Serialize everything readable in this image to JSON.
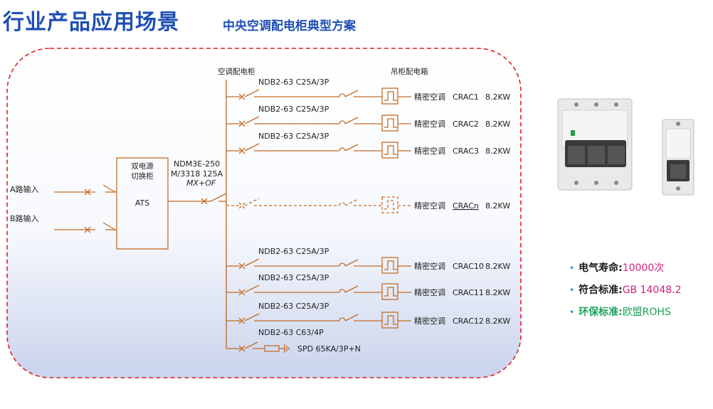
{
  "page": {
    "title": "行业产品应用场景",
    "subtitle": "中央空调配电柜典型方案"
  },
  "diagram": {
    "input_a": "A路输入",
    "input_b": "B路输入",
    "ats_box": {
      "line1": "双电源",
      "line2": "切换柜",
      "line3": "ATS"
    },
    "main_breaker": {
      "line1": "NDM3E-250",
      "line2": "M/3318 125A",
      "line3": "MX+OF"
    },
    "panel_title": "空调配电柜",
    "box_title": "吊柜配电箱",
    "branches": [
      {
        "breaker": "NDB2-63 C25A/3P",
        "load_name": "精密空调",
        "load_id": "CRAC1",
        "power": "8.2KW",
        "dashed": false
      },
      {
        "breaker": "NDB2-63 C25A/3P",
        "load_name": "精密空调",
        "load_id": "CRAC2",
        "power": "8.2KW",
        "dashed": false
      },
      {
        "breaker": "NDB2-63 C25A/3P",
        "load_name": "精密空调",
        "load_id": "CRAC3",
        "power": "8.2KW",
        "dashed": false
      },
      {
        "breaker": "",
        "load_name": "精密空调",
        "load_id": "CRACn",
        "power": "8.2KW",
        "dashed": true
      },
      {
        "breaker": "NDB2-63 C25A/3P",
        "load_name": "精密空调",
        "load_id": "CRAC10",
        "power": "8.2KW",
        "dashed": false
      },
      {
        "breaker": "NDB2-63 C25A/3P",
        "load_name": "精密空调",
        "load_id": "CRAC11",
        "power": "8.2KW",
        "dashed": false
      },
      {
        "breaker": "NDB2-63 C25A/3P",
        "load_name": "精密空调",
        "load_id": "CRAC12",
        "power": "8.2KW",
        "dashed": false
      }
    ],
    "spd": {
      "breaker": "NDB2-63 C63/4P",
      "label": "SPD 65KA/3P+N"
    }
  },
  "specs": [
    {
      "label": "电气寿命:",
      "value": "10000次",
      "label_color": "#1a1a1a",
      "value_color": "#d4207a"
    },
    {
      "label": "符合标准:",
      "value": "GB 14048.2",
      "label_color": "#1a1a1a",
      "value_color": "#d4207a"
    },
    {
      "label": "环保标准:",
      "value": "欧盟ROHS",
      "label_color": "#1aa35a",
      "value_color": "#1aa35a"
    }
  ],
  "colors": {
    "title": "#1f4fb4",
    "wire": "#c56b25",
    "border_dash": "#e02020",
    "bullet": "#1a9acb"
  }
}
